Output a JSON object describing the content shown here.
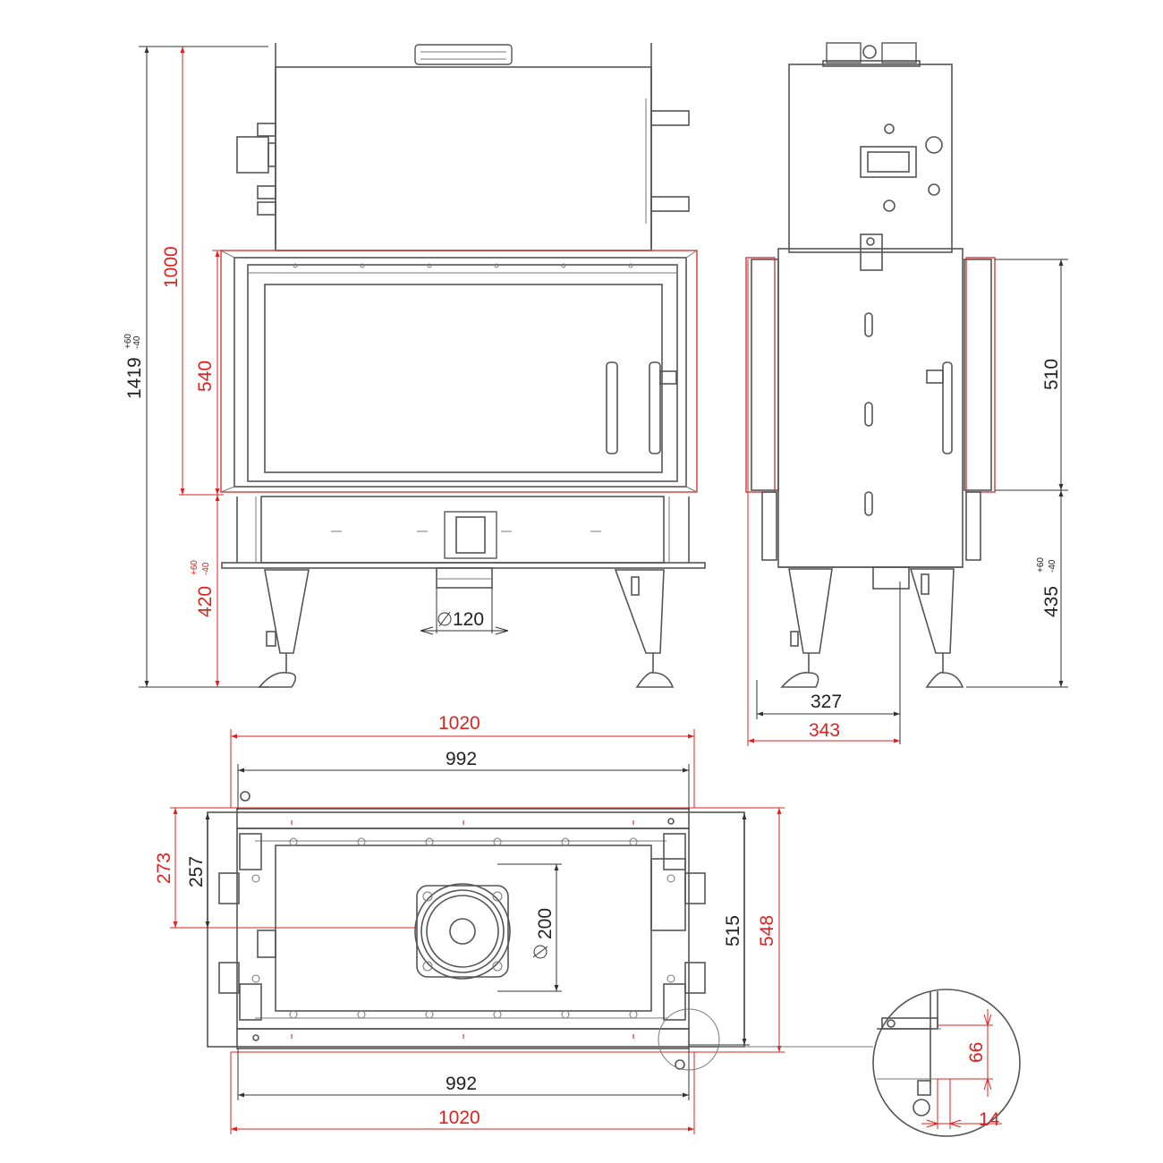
{
  "front_view": {
    "height_total": "1419",
    "height_total_tol_plus": "+60",
    "height_total_tol_minus": "-40",
    "height_body": "1000",
    "height_opening": "540",
    "height_legs": "420",
    "height_legs_tol_plus": "+60",
    "height_legs_tol_minus": "-40",
    "outlet_diameter": "120"
  },
  "side_view": {
    "height_opening": "510",
    "height_legs": "435",
    "height_legs_tol_plus": "+60",
    "height_legs_tol_minus": "-40",
    "depth_inner": "327",
    "depth_outer": "343"
  },
  "top_view": {
    "width_outer_top": "1020",
    "width_inner_top": "992",
    "width_inner_bottom": "992",
    "width_outer_bottom": "1020",
    "offset_outer": "273",
    "offset_inner": "257",
    "depth_inner": "515",
    "depth_outer": "548",
    "flue_diameter": "200"
  },
  "detail_view": {
    "height": "66",
    "width": "14"
  },
  "colors": {
    "line": "#555555",
    "dimension_red": "#e0201f",
    "dimension_black": "#333333"
  }
}
